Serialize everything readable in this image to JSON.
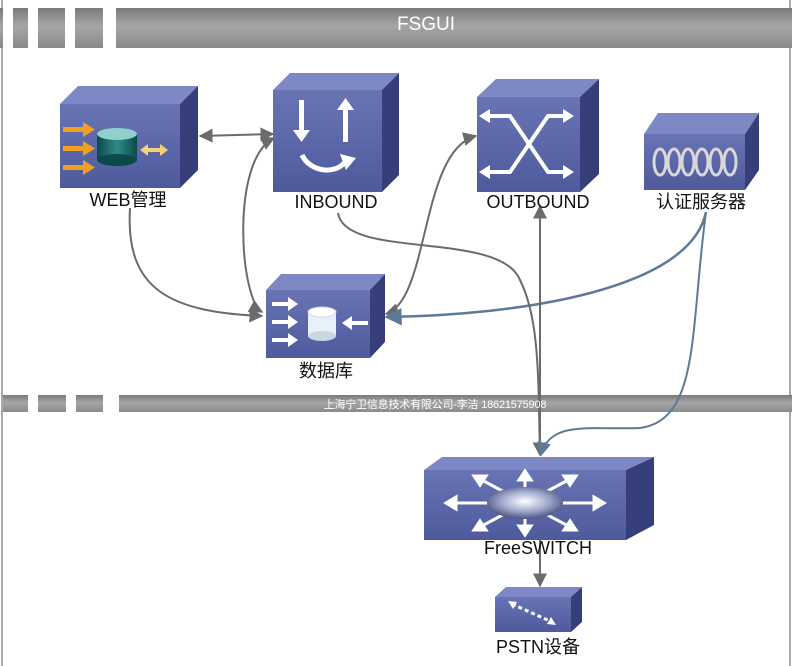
{
  "title_bar": {
    "title": "FSGUI"
  },
  "separator": {
    "text": "上海宁卫信息技术有限公司-李洁 18621575908"
  },
  "nodes": {
    "web": {
      "label": "WEB管理"
    },
    "inbound": {
      "label": "INBOUND"
    },
    "outbound": {
      "label": "OUTBOUND"
    },
    "auth": {
      "label": "认证服务器"
    },
    "database": {
      "label": "数据库"
    },
    "freeswitch": {
      "label": "FreeSWITCH"
    },
    "pstn": {
      "label": "PSTN设备"
    }
  },
  "colors": {
    "node_front": "#5a66a8",
    "node_top": "#7d88c4",
    "node_side": "#363f7a",
    "bar_gray": "#8c8c8c",
    "connector_gray": "#6b6b6b",
    "connector_blue": "#5d7a99",
    "arrow_orange": "#f0a020"
  }
}
